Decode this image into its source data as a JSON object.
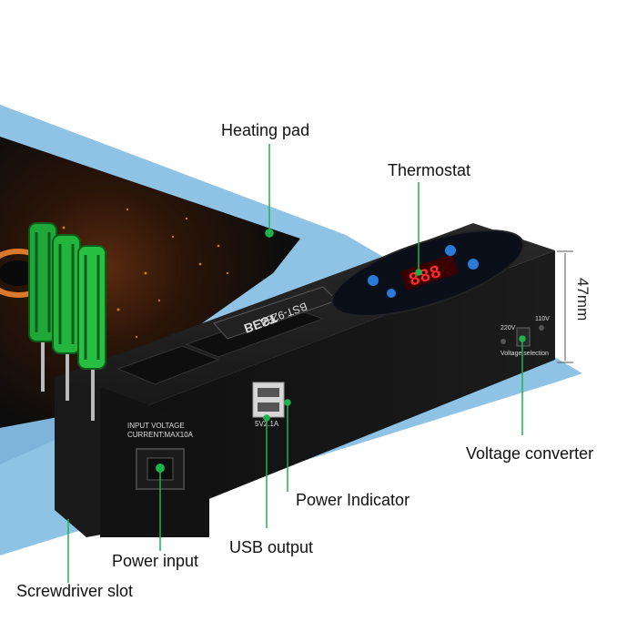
{
  "callouts": {
    "heating_pad": "Heating pad",
    "thermostat": "Thermostat",
    "voltage_converter": "Voltage converter",
    "power_indicator": "Power Indicator",
    "usb_output": "USB output",
    "power_input": "Power input",
    "screwdriver_slot": "Screwdriver slot"
  },
  "dimension": "47mm",
  "device": {
    "brand": "BEST",
    "model": "BST-928A",
    "display_readout": "888",
    "input_label_line1": "INPUT VOLTAGE",
    "input_label_line2": "CURRENT:MAX10A",
    "usb_label": "5V2.1A",
    "voltage_left": "220V",
    "voltage_right": "110V",
    "voltage_caption": "Voltage selection"
  },
  "colors": {
    "accent_green": "#1db34a",
    "body_black": "#161616",
    "pad_blue": "#8fc3e6",
    "display_red": "#ff2a2a"
  }
}
